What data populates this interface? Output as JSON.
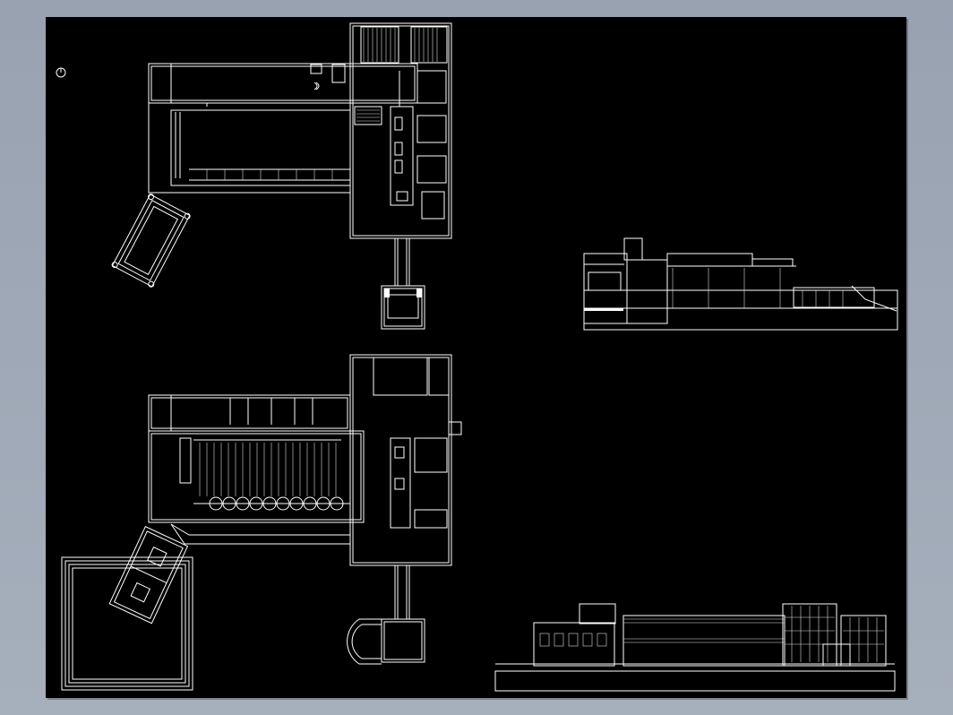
{
  "viewer": {
    "background": "#9ba5b3",
    "sheet_color": "#000000",
    "line_color": "#ffffff"
  },
  "drawing": {
    "views": [
      {
        "id": "upper-floor-plan",
        "kind": "plan"
      },
      {
        "id": "ground-floor-plan",
        "kind": "plan"
      },
      {
        "id": "section",
        "kind": "section"
      },
      {
        "id": "elevation",
        "kind": "elevation"
      }
    ],
    "symbols": [
      {
        "id": "north-arrow",
        "icon": "north-arrow-icon"
      }
    ]
  }
}
